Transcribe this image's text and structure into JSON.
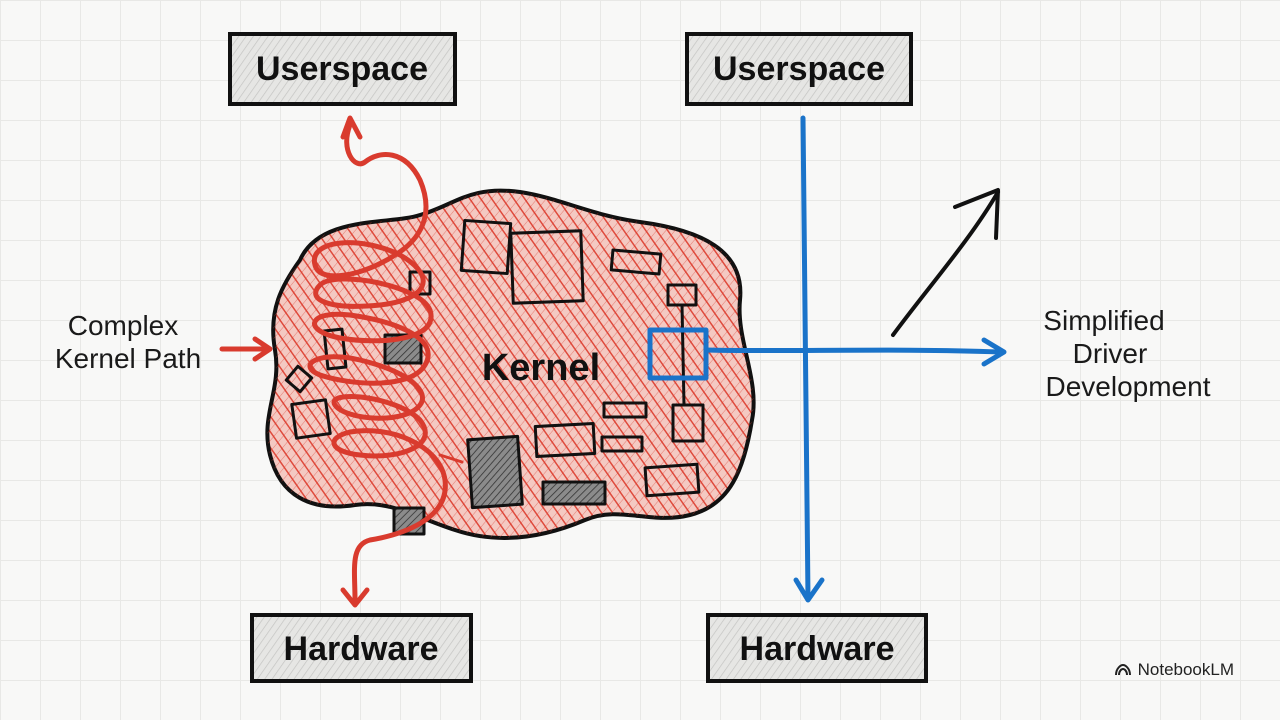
{
  "diagram": {
    "left": {
      "top_box": "Userspace",
      "bottom_box": "Hardware",
      "side_label_lines": [
        "Complex",
        "Kernel Path"
      ]
    },
    "kernel_label": "Kernel",
    "right": {
      "top_box": "Userspace",
      "bottom_box": "Hardware",
      "side_label_lines": [
        "Simplified",
        "Driver",
        "Development"
      ]
    },
    "colors": {
      "red_path": "#d93b2e",
      "kernel_fill": "#e7685b",
      "blue_path": "#1a73c9",
      "ink": "#111111",
      "box_fill": "#e4e4e2"
    }
  },
  "branding": {
    "name": "NotebookLM",
    "icon": "notebooklm-logo-icon"
  }
}
